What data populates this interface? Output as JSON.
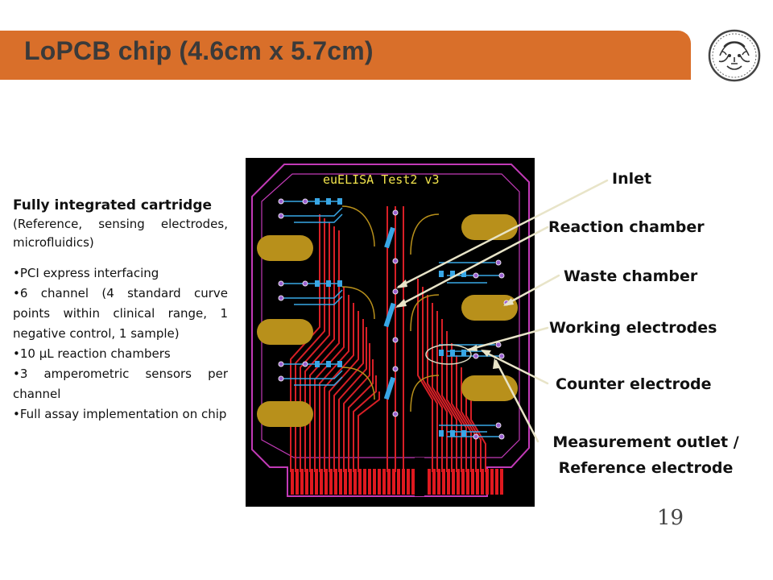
{
  "slide": {
    "title": "LoPCB chip (4.6cm x 5.7cm)",
    "page_number": "19",
    "accent_color": "#d96f2a"
  },
  "left": {
    "lead": "Fully integrated cartridge",
    "sub": "(Reference, sensing electrodes, microfluidics)",
    "bullets": [
      "PCI express interfacing",
      "6 channel (4 standard curve points within clinical range, 1 negative control, 1 sample)",
      "10 µL reaction chambers",
      "3 amperometric sensors per channel",
      "Full assay implementation on chip"
    ]
  },
  "chip": {
    "label": "euELISA Test2 v3",
    "background_color": "#000000",
    "trace_color": "#d81f26",
    "pad_color": "#b8901b"
  },
  "callouts": {
    "inlet": "Inlet",
    "reaction_chamber": "Reaction chamber",
    "waste_chamber": "Waste chamber",
    "working_electrodes": "Working electrodes",
    "counter_electrode": "Counter electrode",
    "measurement_outlet_line1": "Measurement outlet /",
    "measurement_outlet_line2": "Reference electrode"
  }
}
